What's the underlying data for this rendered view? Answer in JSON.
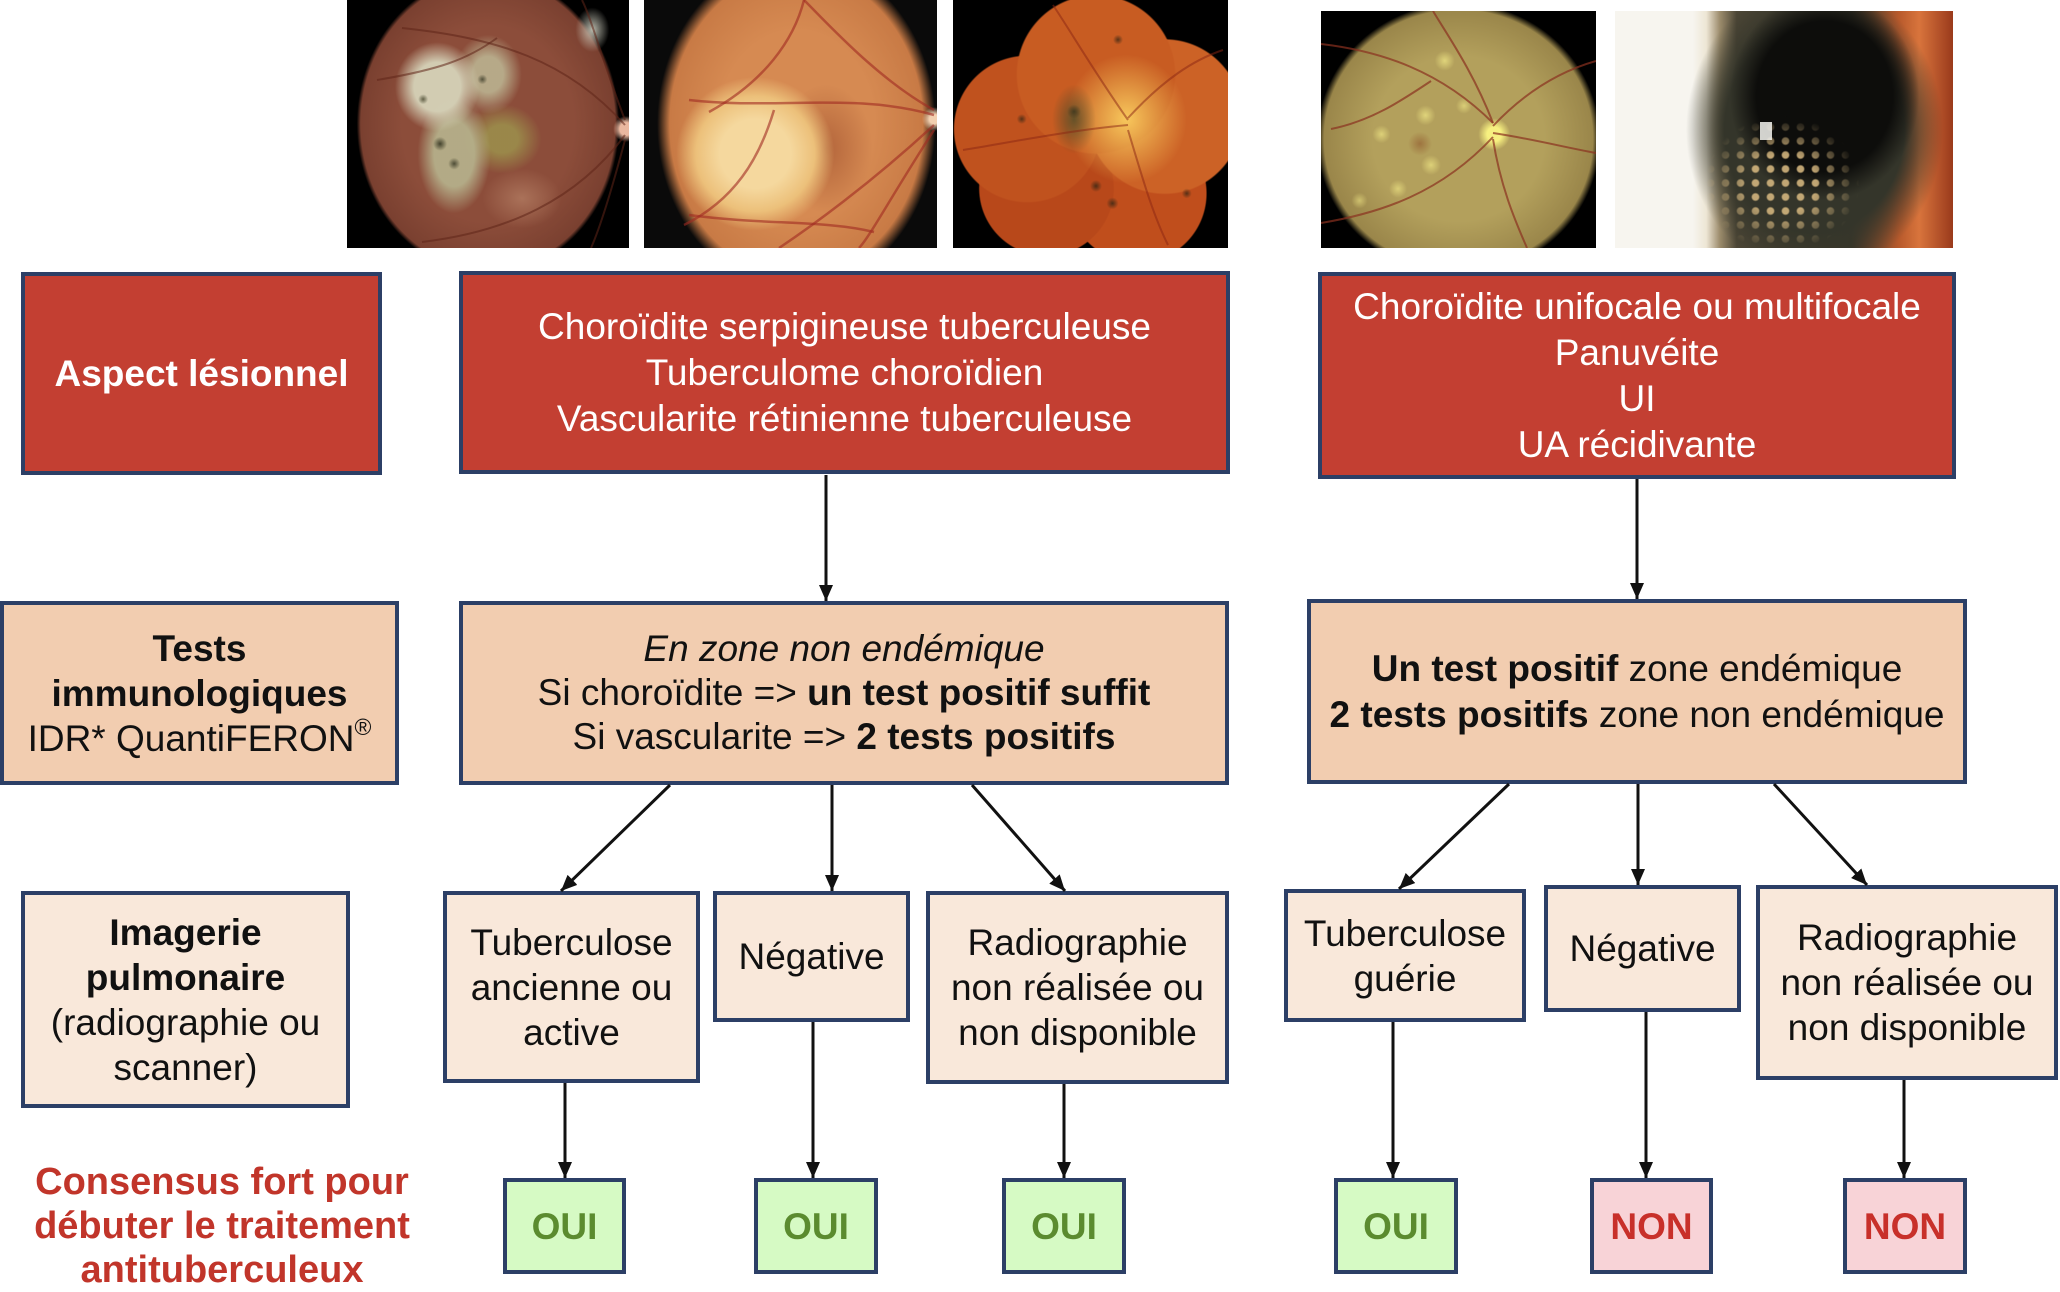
{
  "colors": {
    "lesion_fill": "#c33f32",
    "tests_fill": "#f2cdb0",
    "imaging_fill": "#f9e8da",
    "box_border": "#2c3f66",
    "yes_fill": "#d6fac4",
    "yes_text": "#5b8b2f",
    "no_fill": "#f8d3d7",
    "no_text": "#c8302a",
    "consensus_text": "#c1352a",
    "arrow": "#111111"
  },
  "row_labels": {
    "lesion_aspect": "Aspect lésionnel",
    "immunological_tests": {
      "title_line1": "Tests",
      "title_line2": "immunologiques",
      "subtitle": "IDR* QuantiFERON",
      "subtitle_sup": "®"
    },
    "pulmonary_imaging": {
      "title_line1": "Imagerie",
      "title_line2": "pulmonaire",
      "subtitle_line1": "(radiographie ou",
      "subtitle_line2": "scanner)"
    },
    "consensus": {
      "line1": "Consensus fort pour",
      "line2": "débuter le traitement",
      "line3": "antituberculeux"
    }
  },
  "left_branch": {
    "lesions": [
      "Choroïdite serpigineuse tuberculeuse",
      "Tuberculome choroïdien",
      "Vascularite rétinienne tuberculeuse"
    ],
    "tests": {
      "context": "En zone non endémique",
      "rule1_prefix": "Si choroïdite => ",
      "rule1_emphasis": "un test positif suffit",
      "rule2_prefix": "Si vascularite => ",
      "rule2_emphasis": "2 tests positifs"
    },
    "imaging_outcomes": [
      {
        "lines": [
          "Tuberculose",
          "ancienne ou",
          "active"
        ],
        "decision": "OUI"
      },
      {
        "lines": [
          "Négative"
        ],
        "decision": "OUI"
      },
      {
        "lines": [
          "Radiographie",
          "non réalisée ou",
          "non disponible"
        ],
        "decision": "OUI"
      }
    ]
  },
  "right_branch": {
    "lesions": [
      "Choroïdite unifocale ou multifocale",
      "Panuvéite",
      "UI",
      "UA récidivante"
    ],
    "tests": {
      "rule1_emphasis": "Un test positif",
      "rule1_suffix": " zone endémique",
      "rule2_emphasis": "2 tests positifs",
      "rule2_suffix": " zone non endémique"
    },
    "imaging_outcomes": [
      {
        "lines": [
          "Tuberculose",
          "guérie"
        ],
        "decision": "OUI"
      },
      {
        "lines": [
          "Négative"
        ],
        "decision": "NON"
      },
      {
        "lines": [
          "Radiographie",
          "non réalisée ou",
          "non disponible"
        ],
        "decision": "NON"
      }
    ]
  }
}
